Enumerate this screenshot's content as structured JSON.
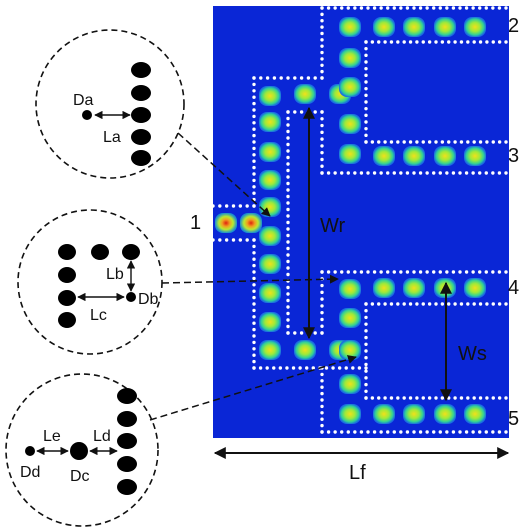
{
  "ports": {
    "p1": "1",
    "p2": "2",
    "p3": "3",
    "p4": "4",
    "p5": "5"
  },
  "dimensions": {
    "wr": "Wr",
    "ws": "Ws",
    "lf": "Lf"
  },
  "inset_a": {
    "da": "Da",
    "la": "La"
  },
  "inset_b": {
    "lb": "Lb",
    "db": "Db",
    "lc": "Lc"
  },
  "inset_c": {
    "le": "Le",
    "ld": "Ld",
    "dd": "Dd",
    "dc": "Dc"
  },
  "colors": {
    "substrate": "#0a26d6",
    "via": "#ffffff",
    "field_low": "#2ecf9a",
    "field_mid": "#9eea3a",
    "field_high": "#f2e01a",
    "field_peak": "#e02010",
    "annotation": "#111111"
  }
}
